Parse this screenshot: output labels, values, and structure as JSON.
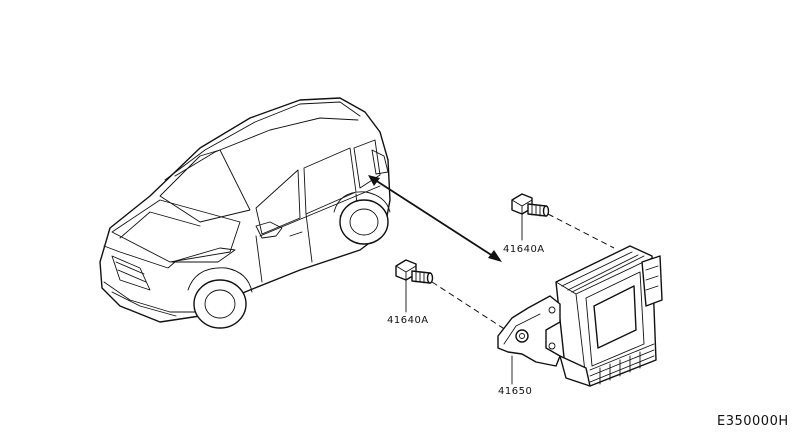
{
  "diagram": {
    "callouts": {
      "bolt_upper": "41640A",
      "bolt_lower": "41640A",
      "bracket": "41650"
    },
    "figure_code": "E350000H"
  }
}
